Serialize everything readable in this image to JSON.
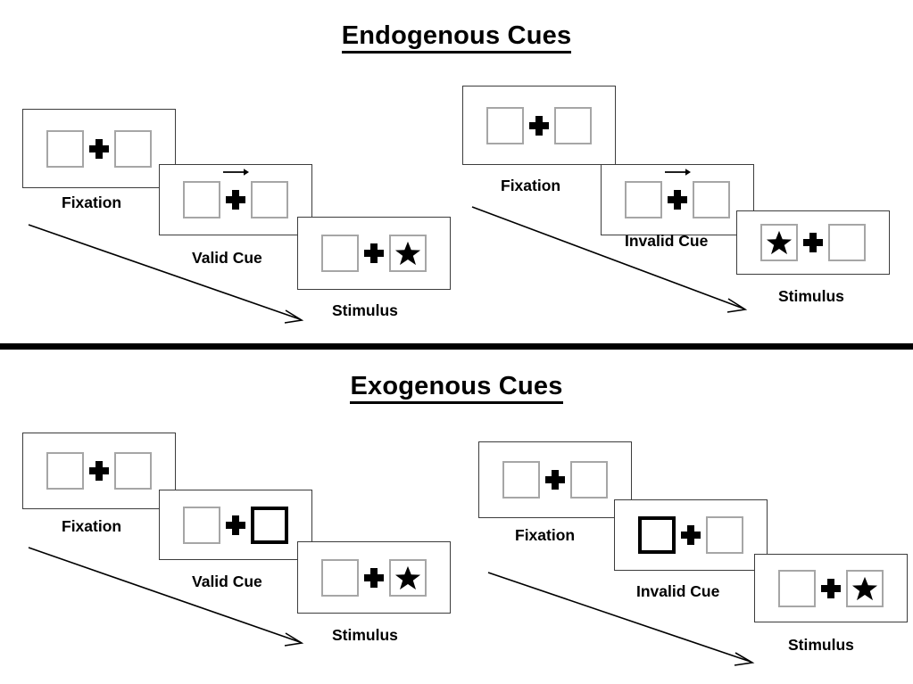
{
  "figure": {
    "sections": [
      {
        "id": "endogenous",
        "title": "Endogenous Cues",
        "cue_type": "central-arrow",
        "sequences": [
          {
            "id": "endogenous-valid",
            "validity": "valid",
            "frames": [
              {
                "caption": "Fixation",
                "left_box": "empty",
                "right_box": "empty",
                "cue": "none",
                "target": "none"
              },
              {
                "caption": "Valid Cue",
                "left_box": "empty",
                "right_box": "empty",
                "cue": "arrow-right",
                "target": "none"
              },
              {
                "caption": "Stimulus",
                "left_box": "empty",
                "right_box": "star",
                "cue": "none",
                "target": "right"
              }
            ]
          },
          {
            "id": "endogenous-invalid",
            "validity": "invalid",
            "frames": [
              {
                "caption": "Fixation",
                "left_box": "empty",
                "right_box": "empty",
                "cue": "none",
                "target": "none"
              },
              {
                "caption": "Invalid Cue",
                "left_box": "empty",
                "right_box": "empty",
                "cue": "arrow-right",
                "target": "none"
              },
              {
                "caption": "Stimulus",
                "left_box": "star",
                "right_box": "empty",
                "cue": "none",
                "target": "left"
              }
            ]
          }
        ]
      },
      {
        "id": "exogenous",
        "title": "Exogenous Cues",
        "cue_type": "peripheral-box-flash",
        "sequences": [
          {
            "id": "exogenous-valid",
            "validity": "valid",
            "frames": [
              {
                "caption": "Fixation",
                "left_box": "empty",
                "right_box": "empty",
                "cue": "none",
                "target": "none"
              },
              {
                "caption": "Valid Cue",
                "left_box": "empty",
                "right_box": "cued",
                "cue": "right-box",
                "target": "none"
              },
              {
                "caption": "Stimulus",
                "left_box": "empty",
                "right_box": "star",
                "cue": "none",
                "target": "right"
              }
            ]
          },
          {
            "id": "exogenous-invalid",
            "validity": "invalid",
            "frames": [
              {
                "caption": "Fixation",
                "left_box": "empty",
                "right_box": "empty",
                "cue": "none",
                "target": "none"
              },
              {
                "caption": "Invalid Cue",
                "left_box": "cued",
                "right_box": "empty",
                "cue": "left-box",
                "target": "none"
              },
              {
                "caption": "Stimulus",
                "left_box": "empty",
                "right_box": "star",
                "cue": "none",
                "target": "right"
              }
            ]
          }
        ]
      }
    ],
    "colors": {
      "ink": "#000000",
      "panel_border": "#3c3c3c",
      "box_border": "#a6a6a6",
      "cued_box_border": "#000000",
      "background": "#ffffff"
    }
  }
}
